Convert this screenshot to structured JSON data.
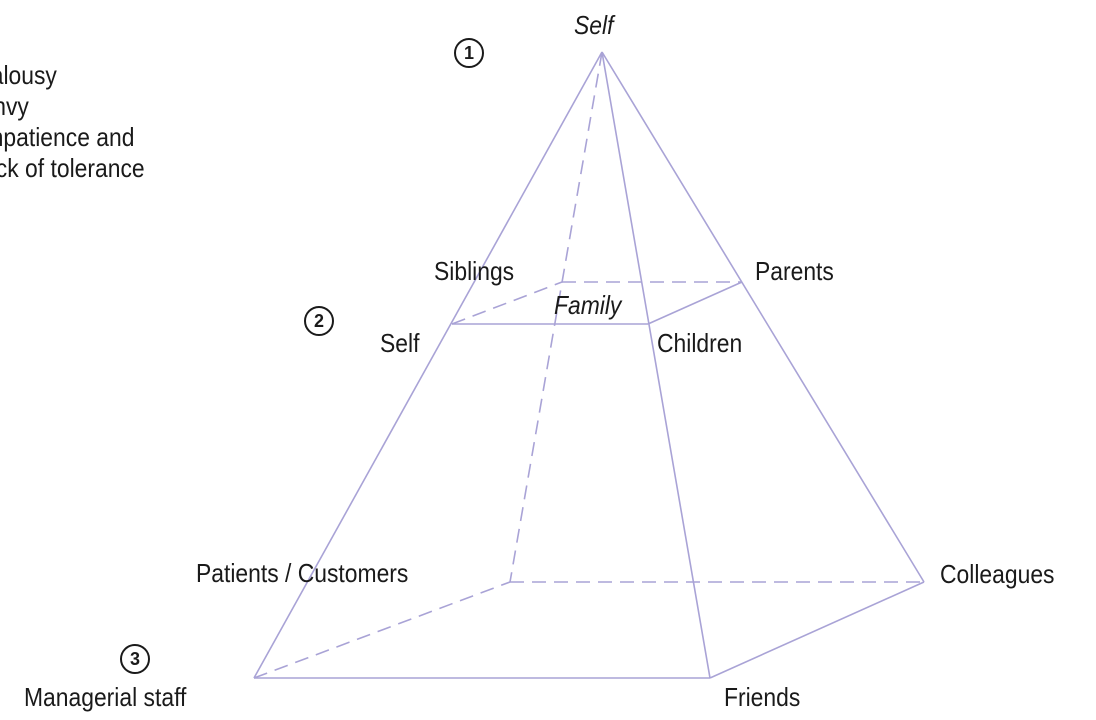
{
  "notes": [
    "ealousy",
    "Envy",
    "Impatience and",
    "lack of tolerance"
  ],
  "levels": {
    "one": "1",
    "two": "2",
    "three": "3"
  },
  "labels": {
    "apex_self": "Self",
    "siblings": "Siblings",
    "parents": "Parents",
    "family": "Family",
    "self_middle": "Self",
    "children": "Children",
    "patients_customers": "Patients / Customers",
    "colleagues": "Colleagues",
    "managerial_staff": "Managerial staff",
    "friends": "Friends"
  },
  "colors": {
    "edge": "#a9a3d6",
    "text": "#1a1a1a"
  }
}
